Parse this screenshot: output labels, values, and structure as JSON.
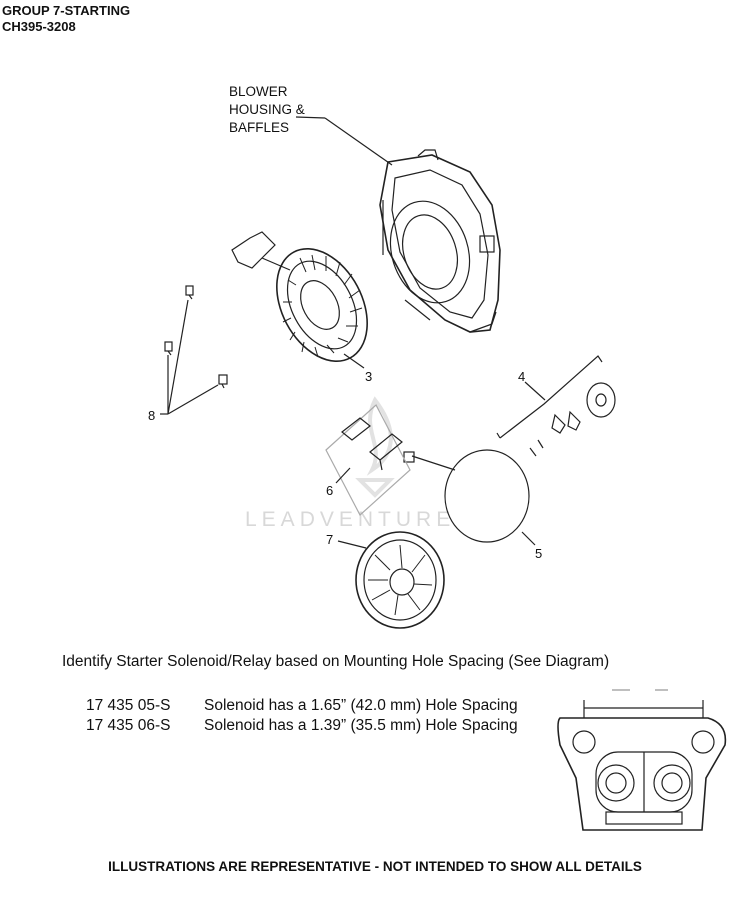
{
  "header": {
    "line1": "GROUP 7-STARTING",
    "line2": "CH395-3208"
  },
  "callouts": {
    "blower": [
      "BLOWER",
      "HOUSING &",
      "BAFFLES"
    ],
    "c3": "3",
    "c4": "4",
    "c5": "5",
    "c6": "6",
    "c7": "7",
    "c8": "8"
  },
  "watermark": "LEADVENTURE",
  "identify_text": "Identify Starter Solenoid/Relay based on Mounting Hole Spacing (See Diagram)",
  "parts": [
    {
      "number": "17 435 05-S",
      "description": "Solenoid has a 1.65” (42.0 mm) Hole Spacing"
    },
    {
      "number": "17 435 06-S",
      "description": "Solenoid has a 1.39” (35.5 mm) Hole Spacing"
    }
  ],
  "footer": "ILLUSTRATIONS ARE REPRESENTATIVE - NOT INTENDED TO SHOW ALL DETAILS"
}
